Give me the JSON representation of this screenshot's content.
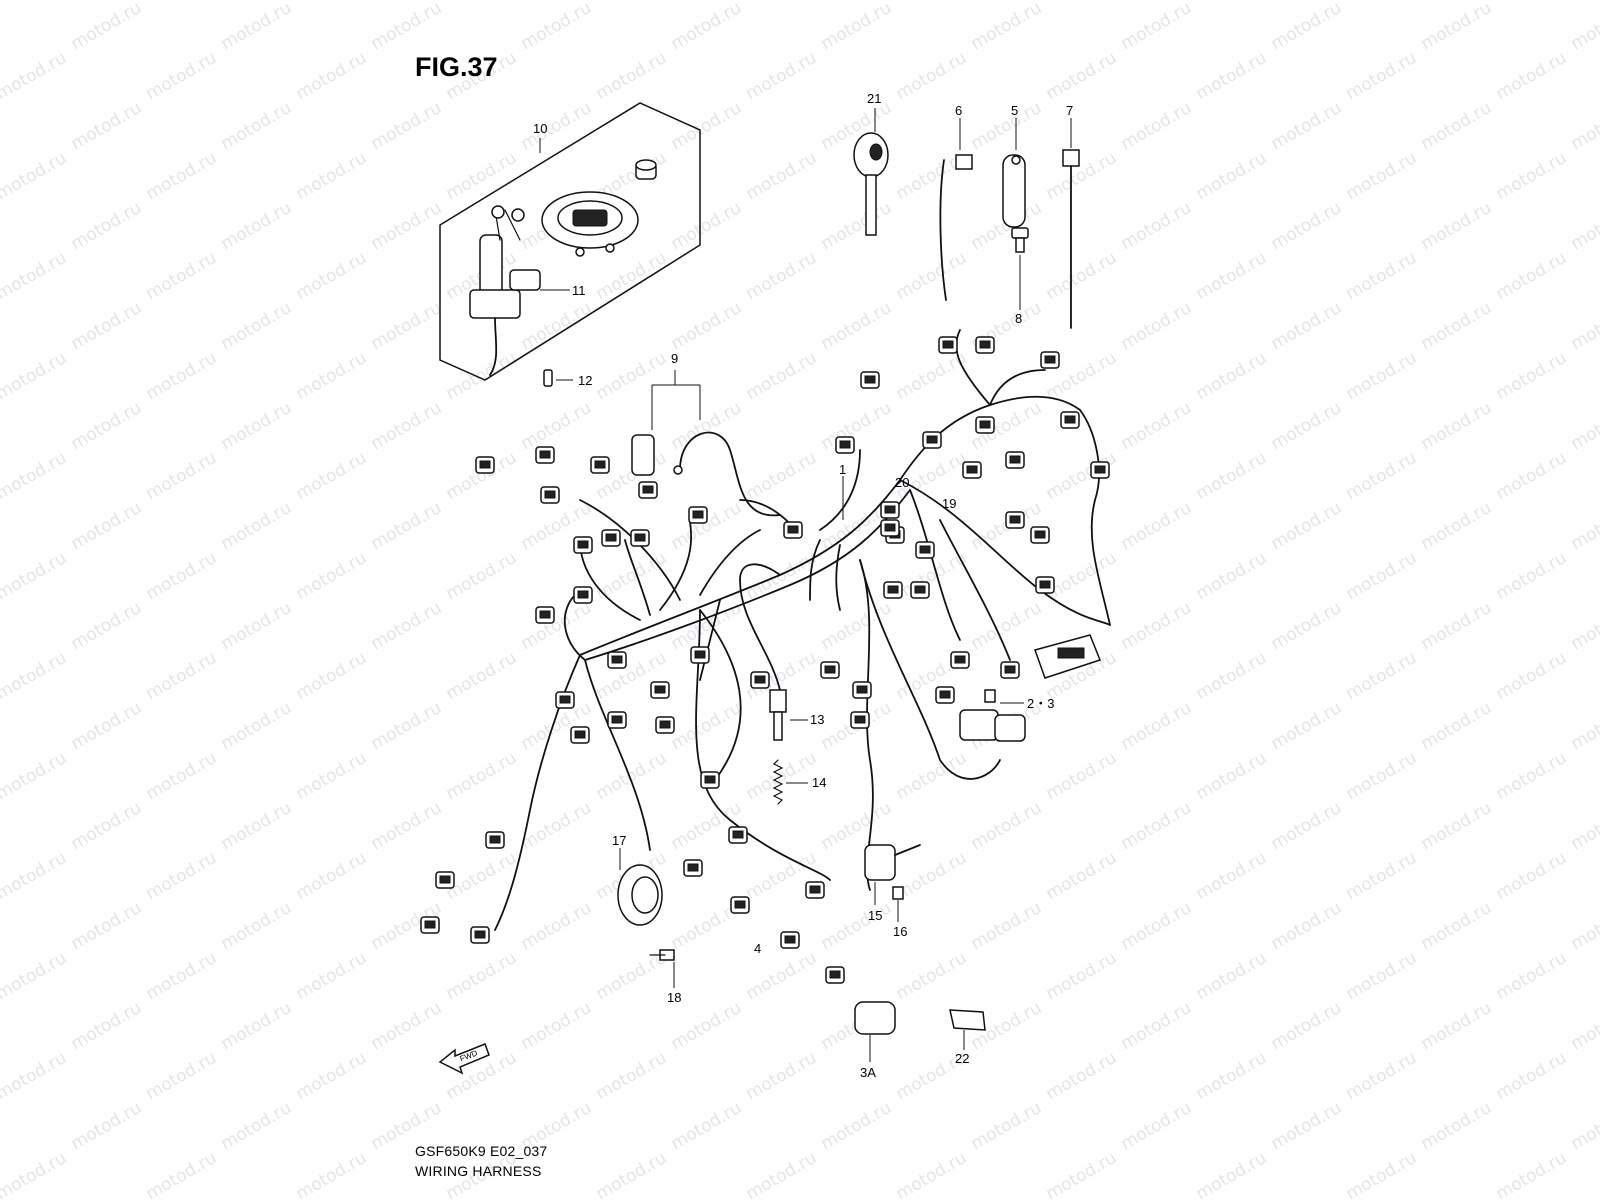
{
  "figure": {
    "title": "FIG.37",
    "footer_code": "GSF650K9 E02_037",
    "footer_caption": "WIRING HARNESS",
    "watermark_text": "motod.ru",
    "fwd_arrow_text": "FWD"
  },
  "parts": {
    "p1": "1",
    "p2_3": "2・3",
    "p3a": "3A",
    "p4": "4",
    "p5": "5",
    "p6": "6",
    "p7": "7",
    "p8": "8",
    "p9": "9",
    "p10": "10",
    "p11": "11",
    "p12": "12",
    "p13": "13",
    "p14": "14",
    "p15": "15",
    "p16": "16",
    "p17": "17",
    "p18": "18",
    "p19": "19",
    "p20": "20",
    "p21": "21",
    "p22": "22"
  },
  "colors": {
    "line": "#111111",
    "watermark": "#c9d1d9",
    "background": "#ffffff"
  }
}
